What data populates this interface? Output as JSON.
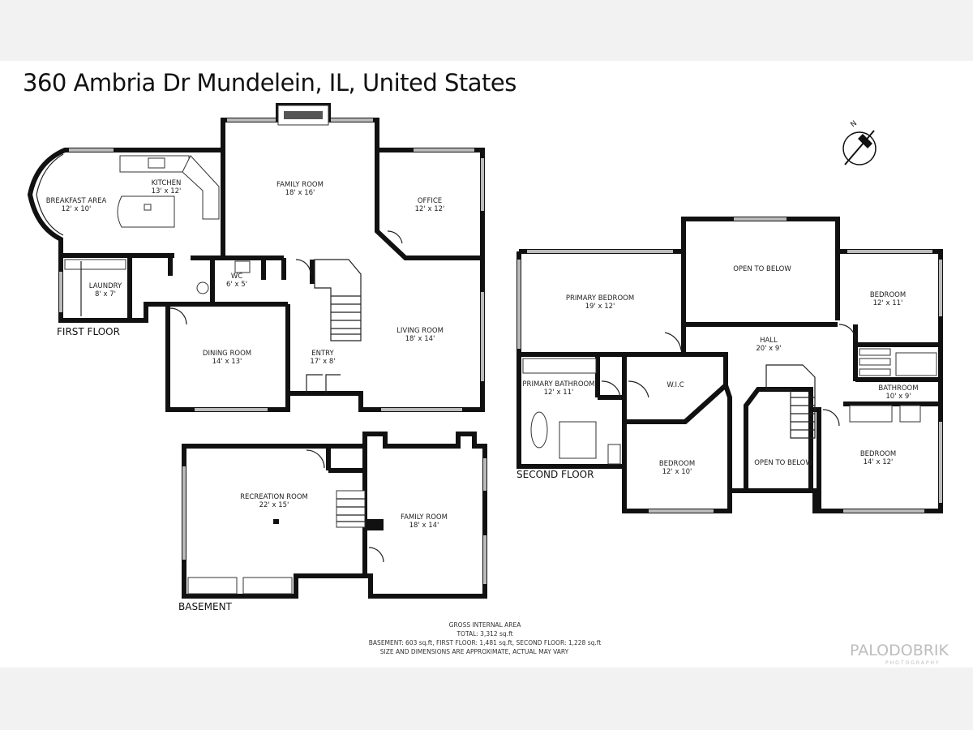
{
  "title": "360 Ambria Dr Mundelein, IL, United States",
  "floors": {
    "first": "FIRST FLOOR",
    "second": "SECOND FLOOR",
    "basement": "BASEMENT"
  },
  "rooms": [
    {
      "id": "kitchen",
      "name": "KITCHEN",
      "dims": "13' x 12'"
    },
    {
      "id": "breakfast",
      "name": "BREAKFAST AREA",
      "dims": "12' x 10'"
    },
    {
      "id": "family1",
      "name": "FAMILY ROOM",
      "dims": "18' x 16'"
    },
    {
      "id": "office",
      "name": "OFFICE",
      "dims": "12' x 12'"
    },
    {
      "id": "laundry",
      "name": "LAUNDRY",
      "dims": "8' x 7'"
    },
    {
      "id": "wc",
      "name": "WC",
      "dims": "6' x 5'"
    },
    {
      "id": "living",
      "name": "LIVING ROOM",
      "dims": "18' x 14'"
    },
    {
      "id": "dining",
      "name": "DINING ROOM",
      "dims": "14' x 13'"
    },
    {
      "id": "entry",
      "name": "ENTRY",
      "dims": "17' x 8'"
    },
    {
      "id": "primary",
      "name": "PRIMARY BEDROOM",
      "dims": "19' x 12'"
    },
    {
      "id": "otb1",
      "name": "OPEN TO BELOW",
      "dims": ""
    },
    {
      "id": "bed1",
      "name": "BEDROOM",
      "dims": "12' x 11'"
    },
    {
      "id": "hall",
      "name": "HALL",
      "dims": "20' x 9'"
    },
    {
      "id": "pbath",
      "name": "PRIMARY BATHROOM",
      "dims": "12' x 11'"
    },
    {
      "id": "wic",
      "name": "W.I.C",
      "dims": ""
    },
    {
      "id": "bath",
      "name": "BATHROOM",
      "dims": "10' x 9'"
    },
    {
      "id": "bed2",
      "name": "BEDROOM",
      "dims": "12' x 10'"
    },
    {
      "id": "otb2",
      "name": "OPEN TO BELOW",
      "dims": ""
    },
    {
      "id": "bed3",
      "name": "BEDROOM",
      "dims": "14' x 12'"
    },
    {
      "id": "rec",
      "name": "RECREATION ROOM",
      "dims": "22' x 15'"
    },
    {
      "id": "family2",
      "name": "FAMILY ROOM",
      "dims": "18' x 14'"
    }
  ],
  "area": {
    "heading": "GROSS INTERNAL AREA",
    "total": "TOTAL: 3,312 sq.ft",
    "breakdown": "BASEMENT: 603 sq.ft, FIRST FLOOR: 1,481 sq.ft, SECOND FLOOR: 1,228 sq.ft",
    "disclaimer": "SIZE AND DIMENSIONS ARE APPROXIMATE, ACTUAL MAY VARY"
  },
  "compass_letter": "N",
  "logo": {
    "brand": "PALODOBRIK",
    "sub": "PHOTOGRAPHY"
  }
}
